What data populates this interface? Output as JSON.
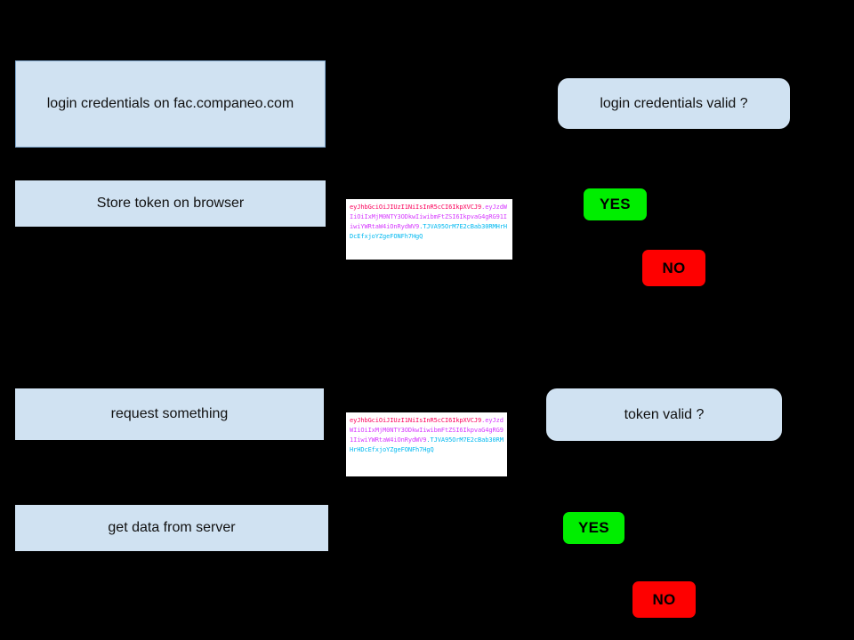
{
  "page": {
    "background_color": "#000000",
    "title": "JWT authentication flow diagram"
  },
  "theme": {
    "node_fill": "#d0e2f2",
    "node_border": "#7ea6cc",
    "node_text": "#111111",
    "yes_color": "#00ee00",
    "no_color": "#fe0000",
    "token_bg": "#ffffff",
    "token_header_color": "#fb015b",
    "token_payload_color": "#d63aff",
    "token_signature_color": "#00b9f1"
  },
  "nodes": {
    "login_credentials": {
      "label": "login credentials on fac.companeo.com"
    },
    "store_token": {
      "label": "Store token on browser"
    },
    "request_something": {
      "label": "request something"
    },
    "get_data": {
      "label": "get data from server"
    },
    "login_valid": {
      "label": "login credentials valid ?"
    },
    "token_valid": {
      "label": "token valid ?"
    }
  },
  "badges": {
    "login_yes": {
      "label": "YES"
    },
    "login_no": {
      "label": "NO"
    },
    "token_yes": {
      "label": "YES"
    },
    "token_no": {
      "label": "NO"
    }
  },
  "tokens": {
    "token_top": {
      "header": "eyJhbGciOiJIUzI1NiIsInR5cCI6IkpXVCJ9",
      "payload": ".eyJzdWIiOiIxMjM0NTY3ODkwIiwibmFtZSI6IkpvaG4gRG91IiwiYWRtaW4iOnRydWV9",
      "signature": ".TJVA95OrM7E2cBab30RMHrHDcEfxjoYZgeFONFh7HgQ"
    },
    "token_bottom": {
      "header": "eyJhbGciOiJIUzI1NiIsInR5cCI6IkpXVCJ9",
      "payload": ".eyJzdWIiOiIxMjM0NTY3ODkwIiwibmFtZSI6IkpvaG4gRG91IiwiYWRtaW4iOnRydWV9",
      "signature": ".TJVA95OrM7E2cBab30RMHrHDcEfxjoYZgeFONFh7HgQ"
    }
  }
}
